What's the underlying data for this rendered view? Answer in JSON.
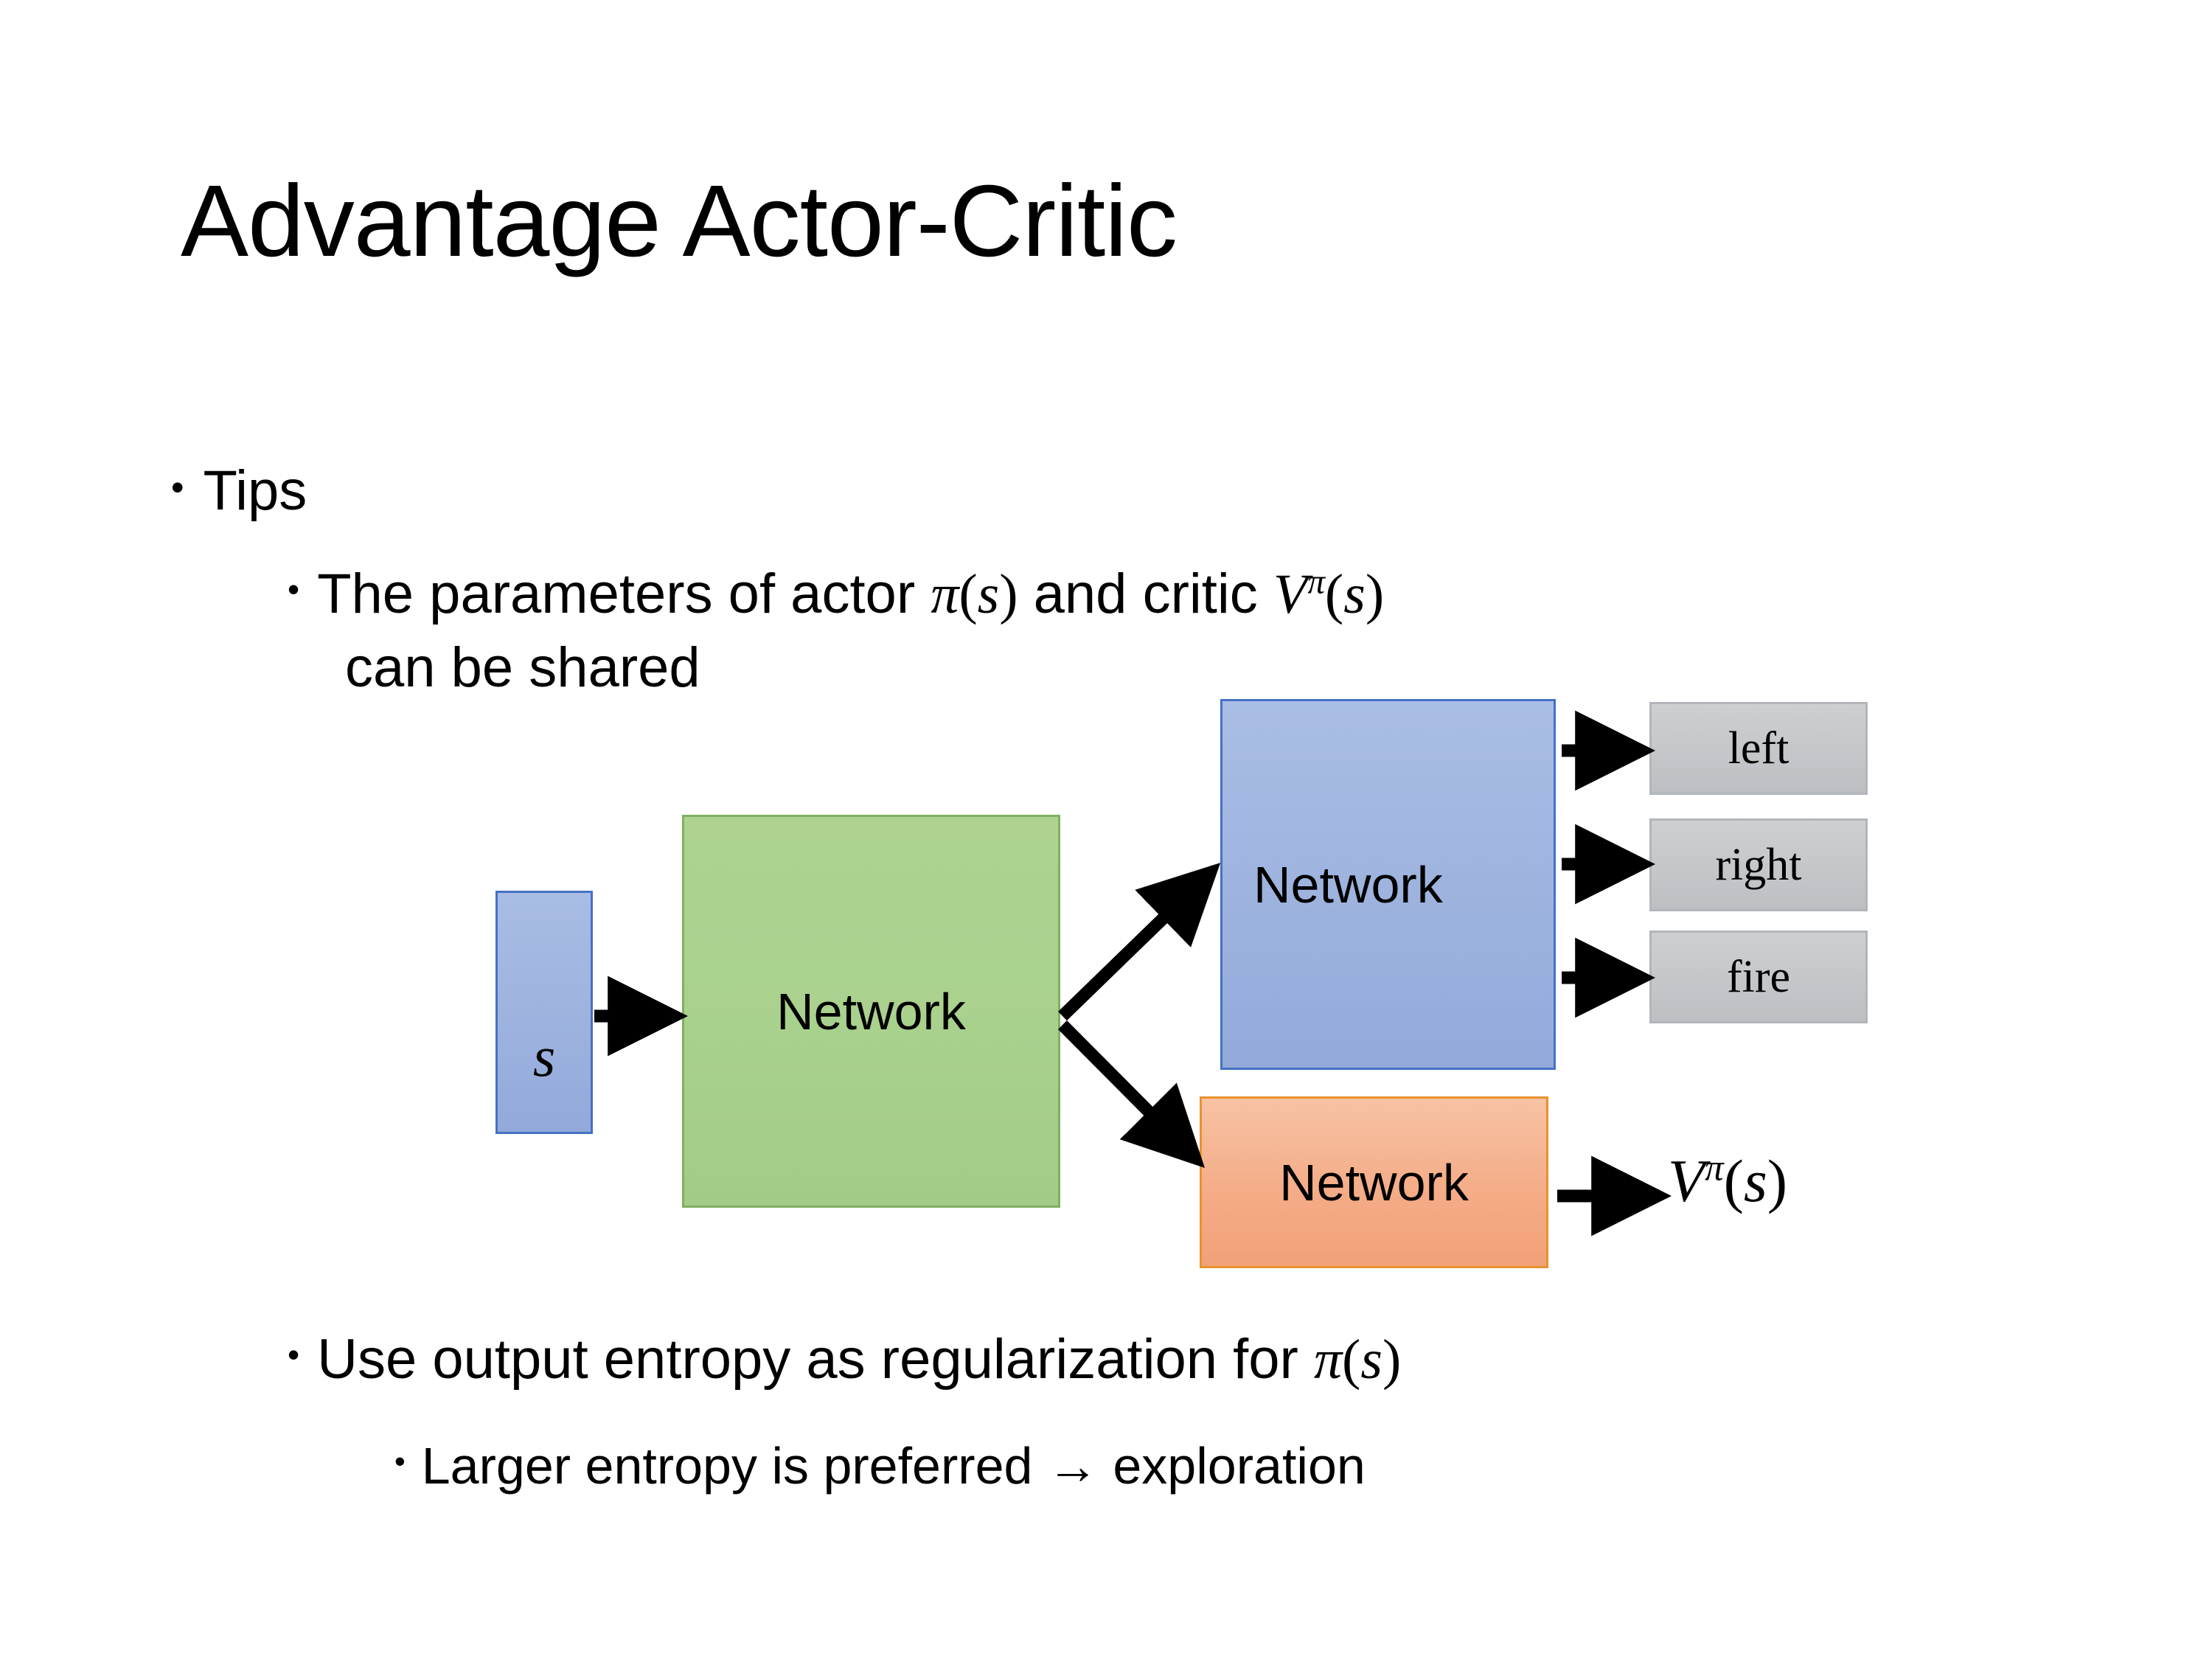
{
  "slide": {
    "title": "Advantage Actor-Critic",
    "background_color": "#ffffff"
  },
  "bullets": {
    "level1": {
      "marker": "•",
      "text": "Tips"
    },
    "level2_a": {
      "marker": "•",
      "line1_prefix": "The parameters of actor ",
      "pi": "π",
      "pi_arg_open": "(",
      "pi_arg": "s",
      "pi_arg_close": ")",
      "line1_mid": "  and critic ",
      "v": "V",
      "v_sup": "π",
      "v_arg_open": "(",
      "v_arg": "s",
      "v_arg_close": ")",
      "line2": "can be shared"
    },
    "level2_b": {
      "marker": "•",
      "text_prefix": "Use output entropy as regularization for ",
      "pi": "π",
      "pi_arg_open": "(",
      "pi_arg": "s",
      "pi_arg_close": ")"
    },
    "level3": {
      "marker": "•",
      "text": "Larger entropy is preferred → exploration"
    }
  },
  "diagram": {
    "input_box": {
      "label": "s",
      "fill": "#9db2de",
      "border": "#4472c4"
    },
    "shared_network": {
      "label": "Network",
      "fill": "#a9d18e",
      "border": "#7fb061"
    },
    "actor_network": {
      "label": "Network",
      "fill": "#9db3de",
      "border": "#4472c4"
    },
    "critic_network": {
      "label": "Network",
      "fill": "#f4ab85",
      "border": "#e8922e"
    },
    "actions": [
      {
        "label": "left",
        "fill": "#c4c7ca",
        "border": "#b2b6ba"
      },
      {
        "label": "right",
        "fill": "#c4c7ca",
        "border": "#b2b6ba"
      },
      {
        "label": "fire",
        "fill": "#c4c7ca",
        "border": "#b2b6ba"
      }
    ],
    "value_output": {
      "v": "V",
      "v_sup": "π",
      "arg_open": "(",
      "arg": "s",
      "arg_close": ")"
    },
    "arrow_color": "#000000"
  }
}
